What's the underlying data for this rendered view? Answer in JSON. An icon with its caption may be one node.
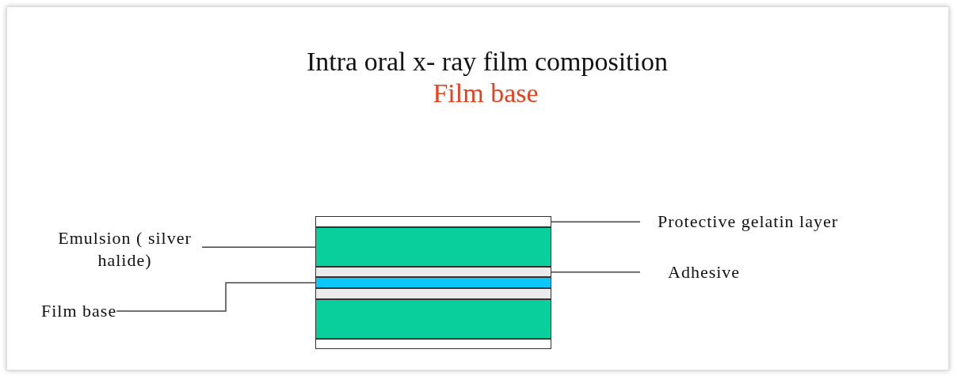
{
  "diagram": {
    "title": "Intra oral x- ray film composition",
    "nodes": [
      {
        "text": [
          "Emulsion ( silver halide)"
        ]
      },
      {
        "text": [
          "Film base"
        ]
      },
      {
        "text": [
          "Protective gelatin layer"
        ]
      },
      {
        "text": [
          "Adhesive"
        ]
      },
      {
        "text": [],
        "shape": "bar"
      },
      {
        "text": [],
        "shape": "bar"
      },
      {
        "text": [],
        "shape": "bar"
      },
      {
        "text": [],
        "shape": "bar"
      },
      {
        "text": [],
        "shape": "bar"
      },
      {
        "text": [],
        "shape": "bar"
      },
      {
        "text": [],
        "shape": "bar"
      }
    ],
    "edges": [
      {
        "from": 0,
        "to": 5,
        "arrow": "none"
      },
      {
        "from": 1,
        "to": 7,
        "arrow": "none"
      },
      {
        "from": 2,
        "to": 4,
        "arrow": "none"
      },
      {
        "from": 3,
        "to": 6,
        "arrow": "none"
      }
    ],
    "labels": [
      "Film base"
    ]
  }
}
